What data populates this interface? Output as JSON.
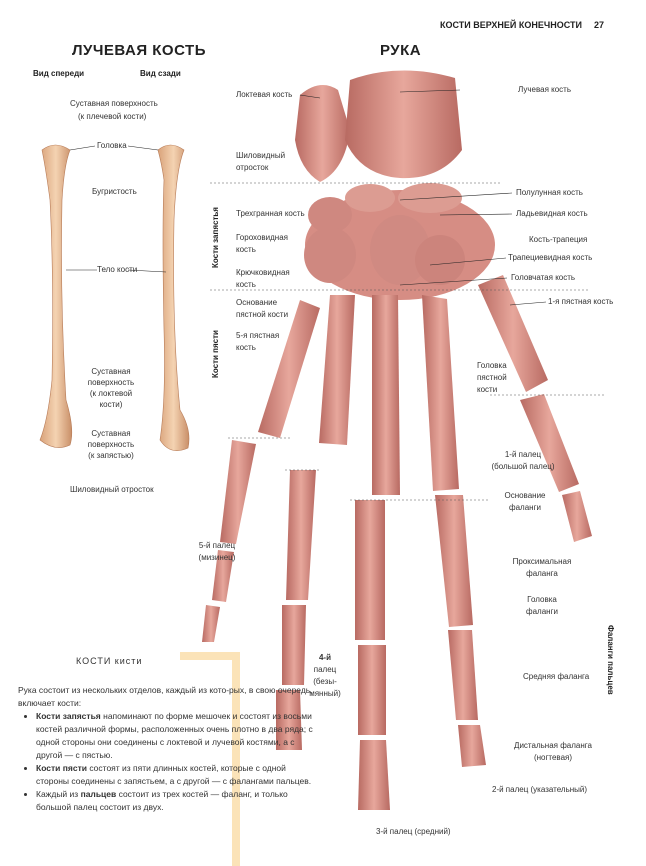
{
  "header": {
    "section": "КОСТИ ВЕРХНЕЙ КОНЕЧНОСТИ",
    "page_number": "27"
  },
  "radius": {
    "title": "ЛУЧЕВАЯ КОСТЬ",
    "view_front": "Вид спереди",
    "view_back": "Вид сзади",
    "labels": [
      "Суставная поверхность",
      "(к плечевой кости)",
      "Головка",
      "Бугристость",
      "Тело кости",
      "Суставная",
      "поверхность",
      "(к локтевой",
      "кости)",
      "Суставная",
      "поверхность",
      "(к запястью)",
      "Шиловидный отросток"
    ]
  },
  "hand": {
    "title": "РУКА",
    "group_labels": {
      "carpus": "Кости запястья",
      "metacarpus": "Кости пясти",
      "phalanges": "Фаланги пальцев"
    },
    "left_labels": [
      "Локтевая кость",
      "Шиловидный",
      "отросток",
      "Трехгранная кость",
      "Гороховидная",
      "кость",
      "Крючковидная",
      "кость",
      "Основание",
      "пястной кости",
      "5-я пястная",
      "кость",
      "5-й палец",
      "(мизинец)",
      "4-й",
      "палец",
      "(безы-",
      "мянный)"
    ],
    "right_labels": [
      "Лучевая кость",
      "Полулунная кость",
      "Ладьевидная кость",
      "Кость-трапеция",
      "Трапециевидная кость",
      "Головчатая кость",
      "1-я пястная кость",
      "Головка",
      "пястной",
      "кости",
      "1-й палец",
      "(большой палец)",
      "Основание",
      "фаланги",
      "Проксимальная",
      "фаланга",
      "Головка",
      "фаланги",
      "Средняя фаланга",
      "Дистальная фаланга",
      "(ногтевая)",
      "2-й палец (указательный)",
      "3-й палец (средний)"
    ]
  },
  "textbox": {
    "title": "КОСТИ кисти",
    "intro": "Рука состоит из нескольких отделов, каждый из кото-рых, в свою очередь, включает кости:",
    "items": [
      {
        "bold": "Кости запястья",
        "text": " напоминают по форме мешочек и состоят из восьми костей различной формы, расположенных очень плотно в два ряда; с одной стороны они соединены с локтевой и лучевой костями, а с другой — с пястью."
      },
      {
        "bold": "Кости пясти",
        "text": " состоят из пяти длинных костей, которые с одной стороны соединены с запястьем, а с другой — с фалангами пальцев."
      },
      {
        "pre": "Каждый из ",
        "bold": "пальцев",
        "text": " состоит из трех костей — фаланг, и только большой палец состоит из двух."
      }
    ]
  },
  "colors": {
    "bone": "#d9938a",
    "bone_dark": "#b56a63",
    "panel": "#fbe3b8"
  }
}
